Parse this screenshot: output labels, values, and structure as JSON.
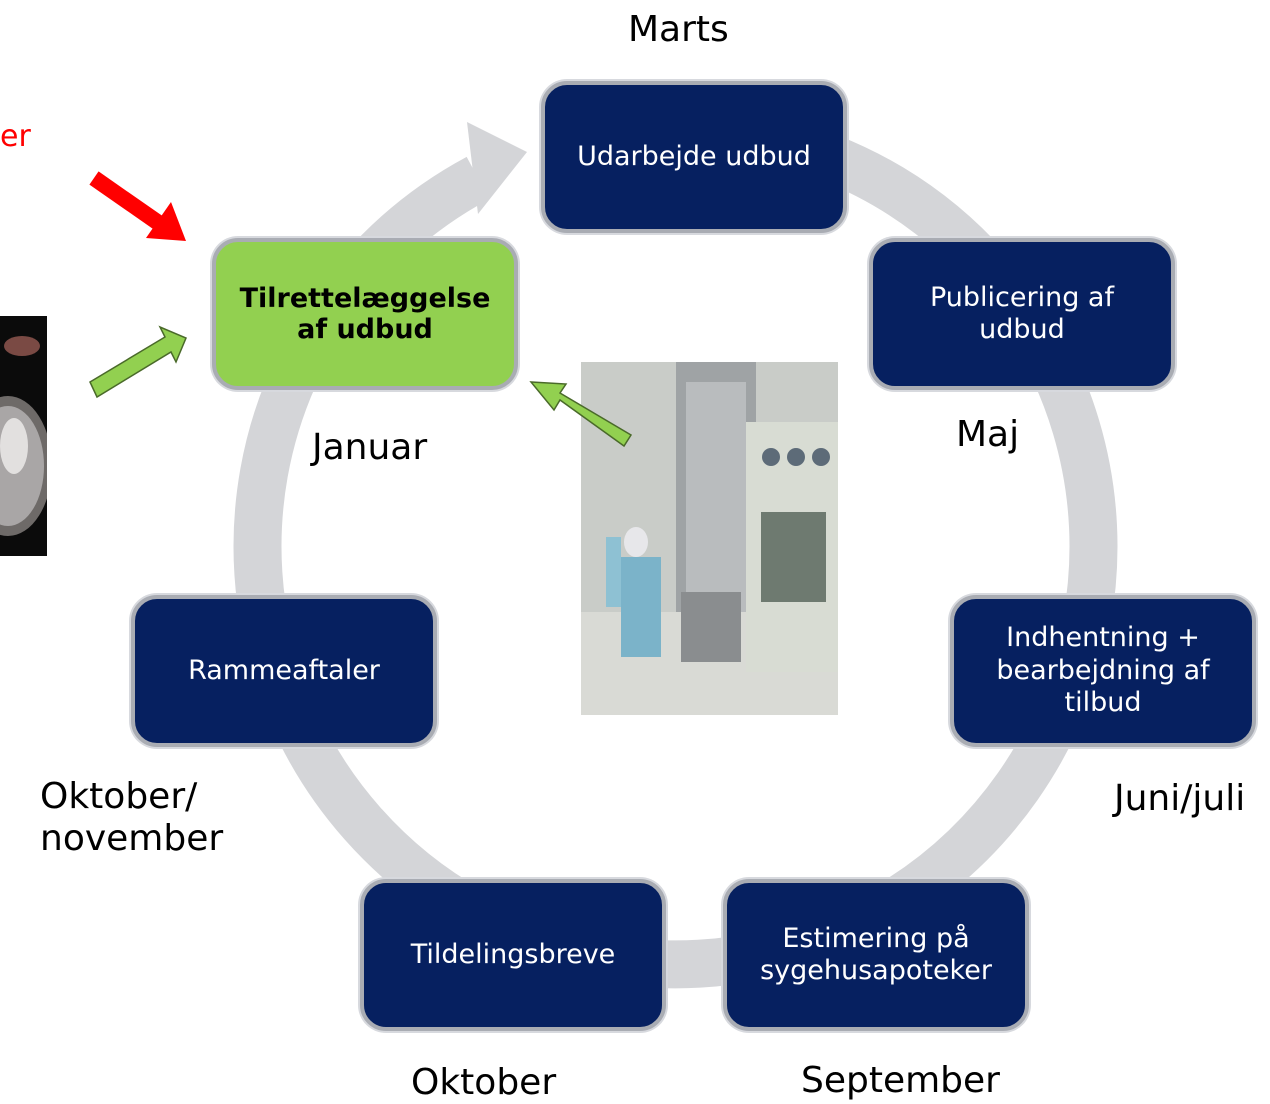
{
  "cycle": {
    "steps": [
      {
        "id": "udarbejde",
        "label": "Udarbejde udbud"
      },
      {
        "id": "publicering",
        "label": "Publicering af udbud"
      },
      {
        "id": "indhentning",
        "label": "Indhentning + bearbejdning af tilbud"
      },
      {
        "id": "estimering",
        "label": "Estimering på sygehusapoteker"
      },
      {
        "id": "tildeling",
        "label": "Tildelingsbreve"
      },
      {
        "id": "rammeaftaler",
        "label": "Rammeaftaler"
      },
      {
        "id": "tilrettelaeggelse",
        "label": "Tilrettelæggelse af udbud",
        "highlighted": true
      }
    ],
    "months": {
      "marts": "Marts",
      "maj": "Maj",
      "juni_juli": "Juni/juli",
      "september": "September",
      "oktober": "Oktober",
      "oktober_november": "Oktober/ november",
      "januar": "Januar"
    }
  },
  "cropped_text": "er",
  "colors": {
    "box_fill": "#062060",
    "box_highlight": "#92d050",
    "ring": "#d4d5d8",
    "red_arrow": "#ff0000",
    "green_arrow": "#92d050",
    "cropped_text": "#ff0000"
  }
}
